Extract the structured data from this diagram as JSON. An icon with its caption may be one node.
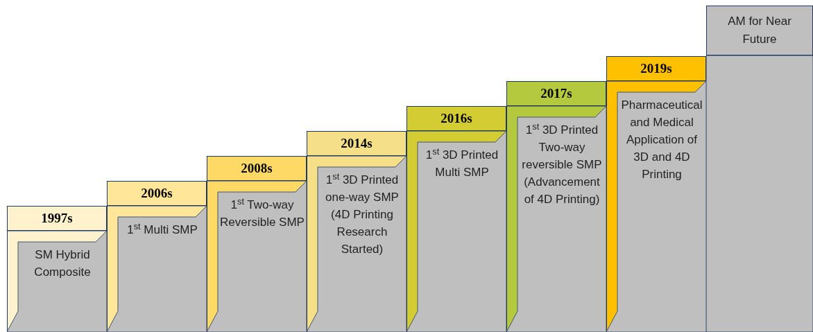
{
  "diagram": {
    "nodes": [
      {
        "text": [
          "1997s",
          "SM Hybrid Composite"
        ]
      },
      {
        "text": [
          "2006s",
          "1$^{st}$ Multi SMP"
        ]
      },
      {
        "text": [
          "2008s",
          "1$^{st}$ Two-way Reversible SMP"
        ]
      },
      {
        "text": [
          "2014s",
          "1$^{st}$ 3D Printed one-way SMP (4D Printing Research Started)"
        ]
      },
      {
        "text": [
          "2016s",
          "1$^{st}$ 3D Printed Multi SMP"
        ]
      },
      {
        "text": [
          "2017s",
          "1$^{st}$ 3D Printed Two-way reversible SMP (Advancement of 4D Printing)"
        ]
      },
      {
        "text": [
          "2019s",
          "Pharmaceutical and Medical Application of 3D and 4D Printing"
        ]
      },
      {
        "text": [
          "AM for Near Future"
        ]
      }
    ]
  }
}
